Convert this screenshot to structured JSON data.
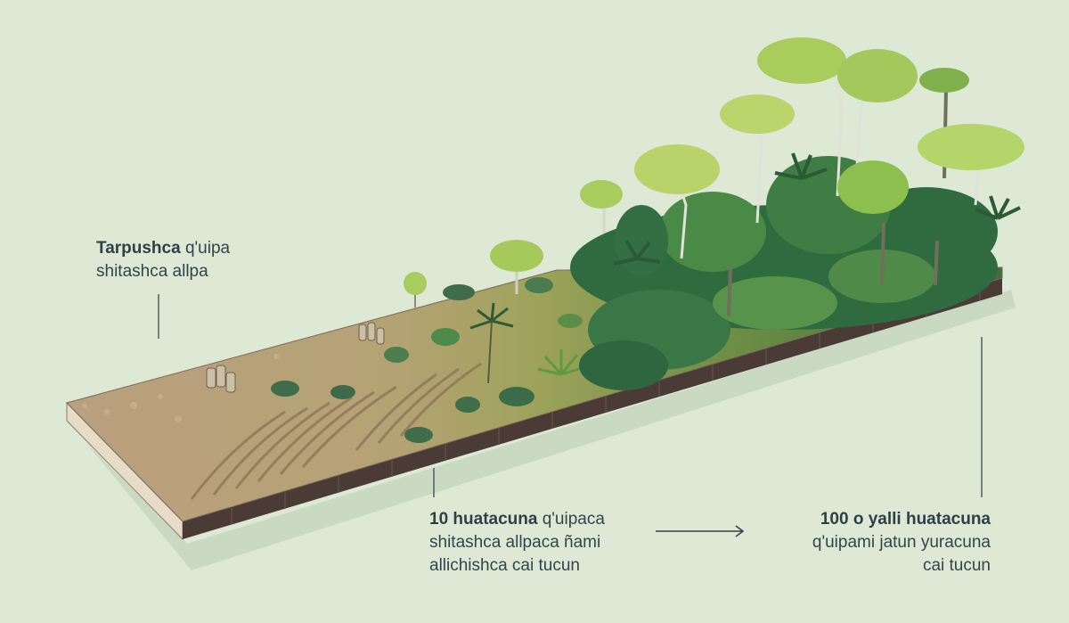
{
  "labels": {
    "start": {
      "bold": "Tarpushca",
      "rest": " q'uipa",
      "line2": "shitashca allpa"
    },
    "middle": {
      "bold": "10 huatacuna",
      "rest": " q'uipaca",
      "line2": "shitashca allpaca ñami",
      "line3": "allichishca cai tucun"
    },
    "end": {
      "bold": "100 o yalli huatacuna",
      "line2": "q'uipami jatun yuracuna",
      "line3": "cai tucun"
    }
  },
  "arrow": {
    "icon": "right-arrow-icon"
  },
  "colors": {
    "background": "#dde9d5",
    "text": "#34444a",
    "soil": "#b79c7e",
    "soil_side": "#4a3b36",
    "grass": "#9aa55a",
    "forest_dark": "#2f6b3e",
    "forest_light": "#a6c95a"
  }
}
